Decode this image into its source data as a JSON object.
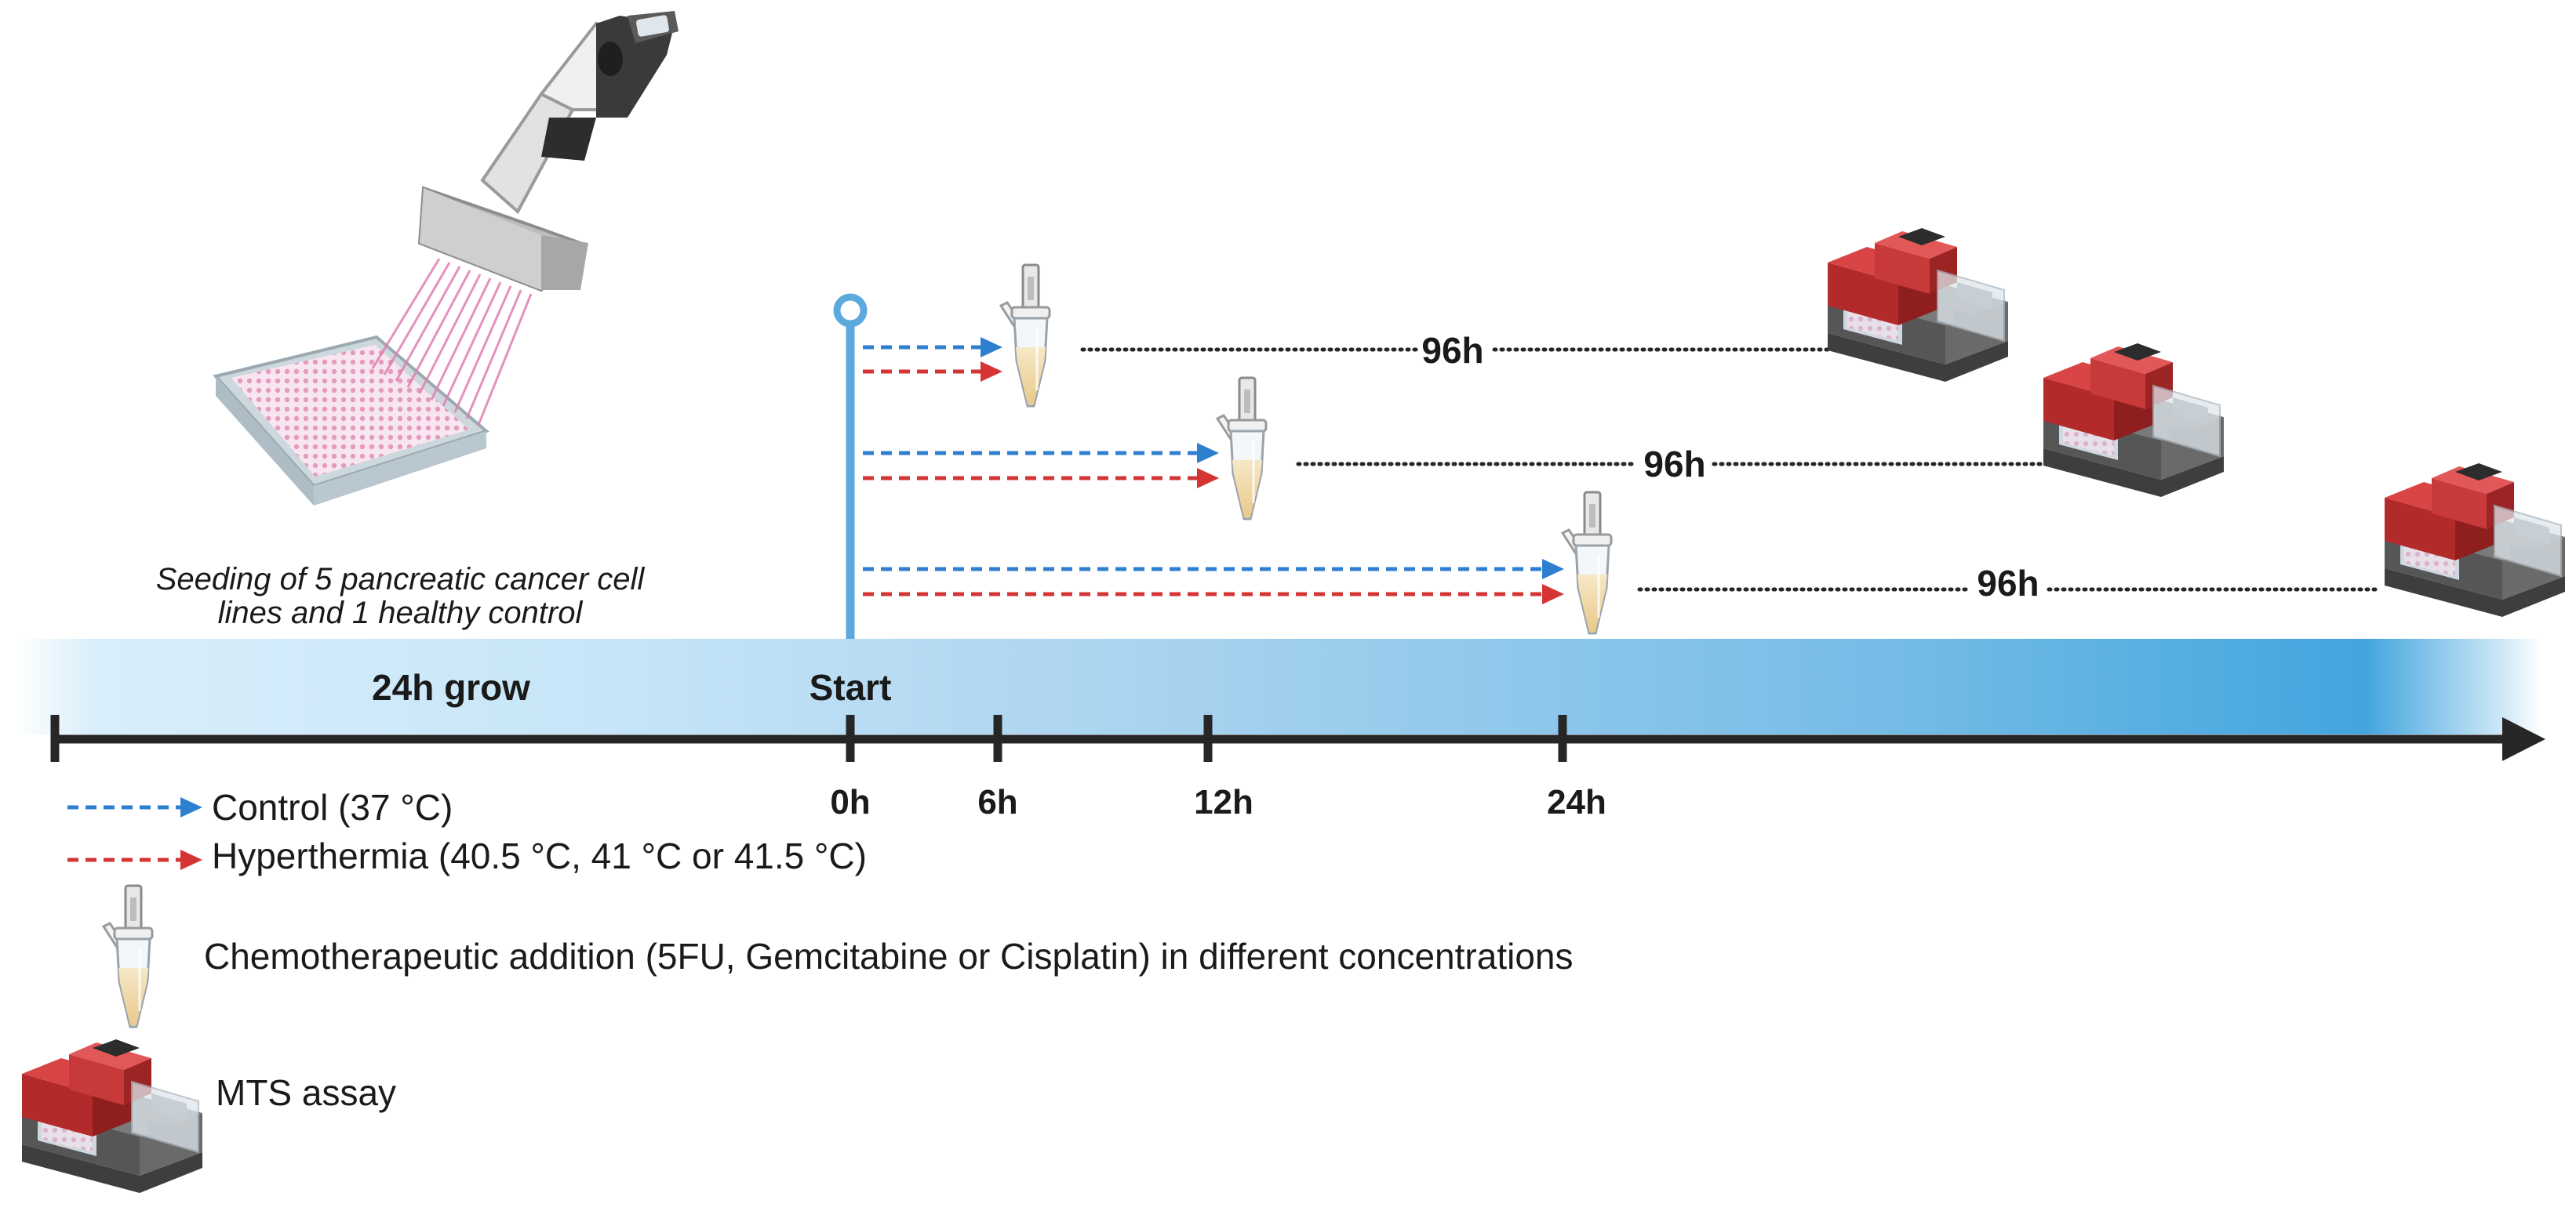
{
  "seeding": {
    "caption_line1": "Seeding of 5 pancreatic cancer cell",
    "caption_line2": "lines and 1 healthy control"
  },
  "timeline": {
    "grow_label": "24h grow",
    "start_label": "Start",
    "ticks": [
      "0h",
      "6h",
      "12h",
      "24h"
    ]
  },
  "treatments": [
    {
      "duration_label": "96h"
    },
    {
      "duration_label": "96h"
    },
    {
      "duration_label": "96h"
    }
  ],
  "legend": {
    "control_label": "Control (37 °C)",
    "hyperthermia_label": "Hyperthermia (40.5 °C, 41 °C or 41.5 °C)",
    "chemo_label": "Chemotherapeutic addition (5FU, Gemcitabine or Cisplatin) in different concentrations",
    "mts_label": "MTS assay"
  },
  "colors": {
    "control": "#2f7fd0",
    "hyperthermia": "#d53434",
    "timeline_band": "#4aa6df",
    "axis": "#262626"
  }
}
